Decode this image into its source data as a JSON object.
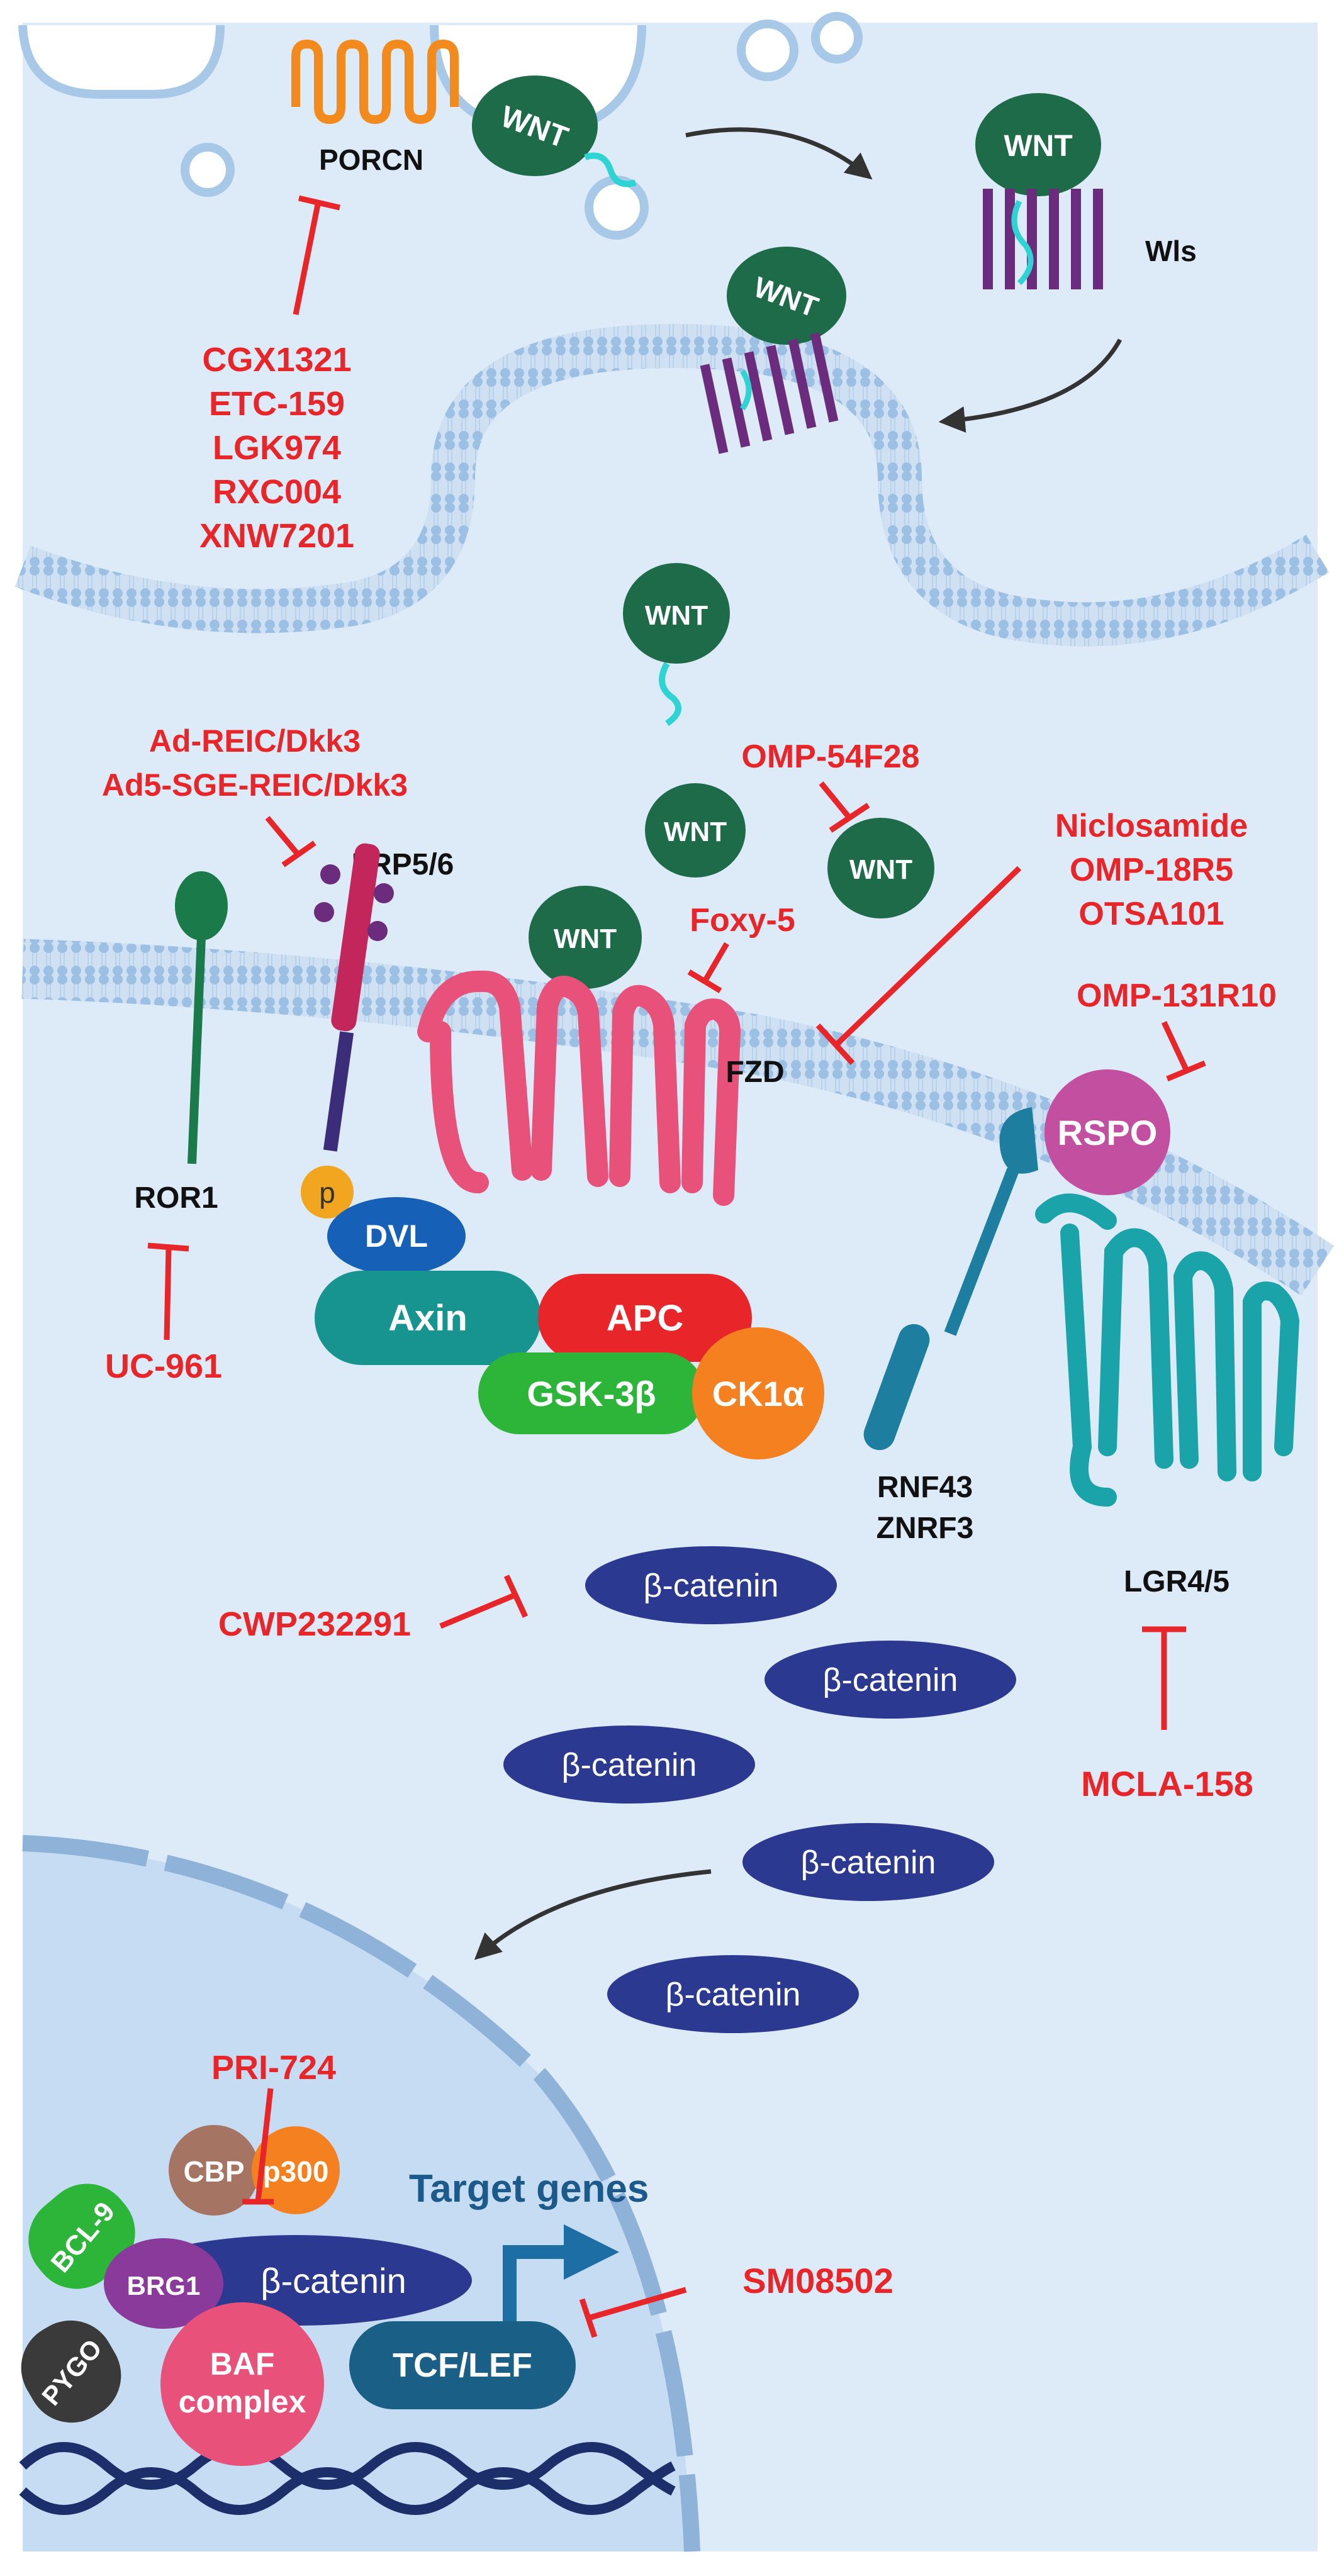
{
  "colors": {
    "background": "#ddeaf8",
    "membrane": "#a8c8e8",
    "inhibitor_red": "#e8262a",
    "wnt_green": "#1e6b4a",
    "beta_catenin": "#2b3990",
    "fzd_pink": "#e8527a",
    "lgr_teal": "#1aa3a8",
    "nucleus": "#c6dcf2"
  },
  "labels": {
    "porcn": "PORCN",
    "wls": "Wls",
    "wnt": "WNT",
    "lrp": "LRP5/6",
    "fzd": "FZD",
    "ror1": "ROR1",
    "p": "p",
    "dvl": "DVL",
    "axin": "Axin",
    "apc": "APC",
    "gsk": "GSK-3β",
    "ck1": "CK1α",
    "rspo": "RSPO",
    "rnf43": "RNF43",
    "znrf3": "ZNRF3",
    "lgr": "LGR4/5",
    "beta_catenin": "β-catenin",
    "cbp": "CBP",
    "p300": "p300",
    "bcl9": "BCL-9",
    "brg1": "BRG1",
    "pygo": "PYGO",
    "baf_line1": "BAF",
    "baf_line2": "complex",
    "tcf": "TCF/LEF",
    "target_genes": "Target genes"
  },
  "drugs": {
    "porcn_inhibitors": [
      "CGX1321",
      "ETC-159",
      "LGK974",
      "RXC004",
      "XNW7201"
    ],
    "lrp_inhibitors": [
      "Ad-REIC/Dkk3",
      "Ad5-SGE-REIC/Dkk3"
    ],
    "wnt_inhibitor": "OMP-54F28",
    "fzd_wnt_mimic": "Foxy-5",
    "fzd_inhibitors": [
      "Niclosamide",
      "OMP-18R5",
      "OTSA101"
    ],
    "rspo_inhibitor": "OMP-131R10",
    "ror1_inhibitor": "UC-961",
    "catenin_inhibitor": "CWP232291",
    "lgr_inhibitor": "MCLA-158",
    "cbp_inhibitor": "PRI-724",
    "tcf_inhibitor": "SM08502"
  }
}
